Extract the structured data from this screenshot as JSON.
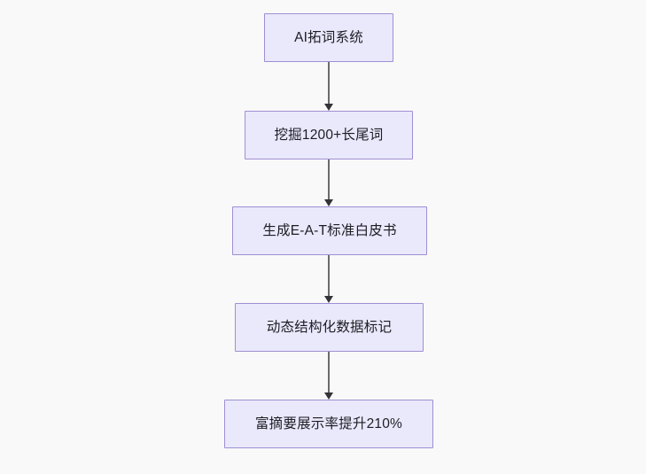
{
  "diagram": {
    "type": "flowchart",
    "orientation": "top-to-bottom",
    "background_color": "#f9f9f9",
    "node_fill_color": "#eae8fb",
    "node_border_color": "#9f8fd4",
    "node_text_color": "#1d1d24",
    "connector_color": "#6b6b6b",
    "arrowhead_color": "#333338",
    "nodes": [
      {
        "id": "n1",
        "label": "AI拓词系统"
      },
      {
        "id": "n2",
        "label": "挖掘1200+长尾词"
      },
      {
        "id": "n3",
        "label": "生成E-A-T标准白皮书"
      },
      {
        "id": "n4",
        "label": "动态结构化数据标记"
      },
      {
        "id": "n5",
        "label": "富摘要展示率提升210%"
      }
    ],
    "edges": [
      {
        "from": "n1",
        "to": "n2"
      },
      {
        "from": "n2",
        "to": "n3"
      },
      {
        "from": "n3",
        "to": "n4"
      },
      {
        "from": "n4",
        "to": "n5"
      }
    ]
  }
}
